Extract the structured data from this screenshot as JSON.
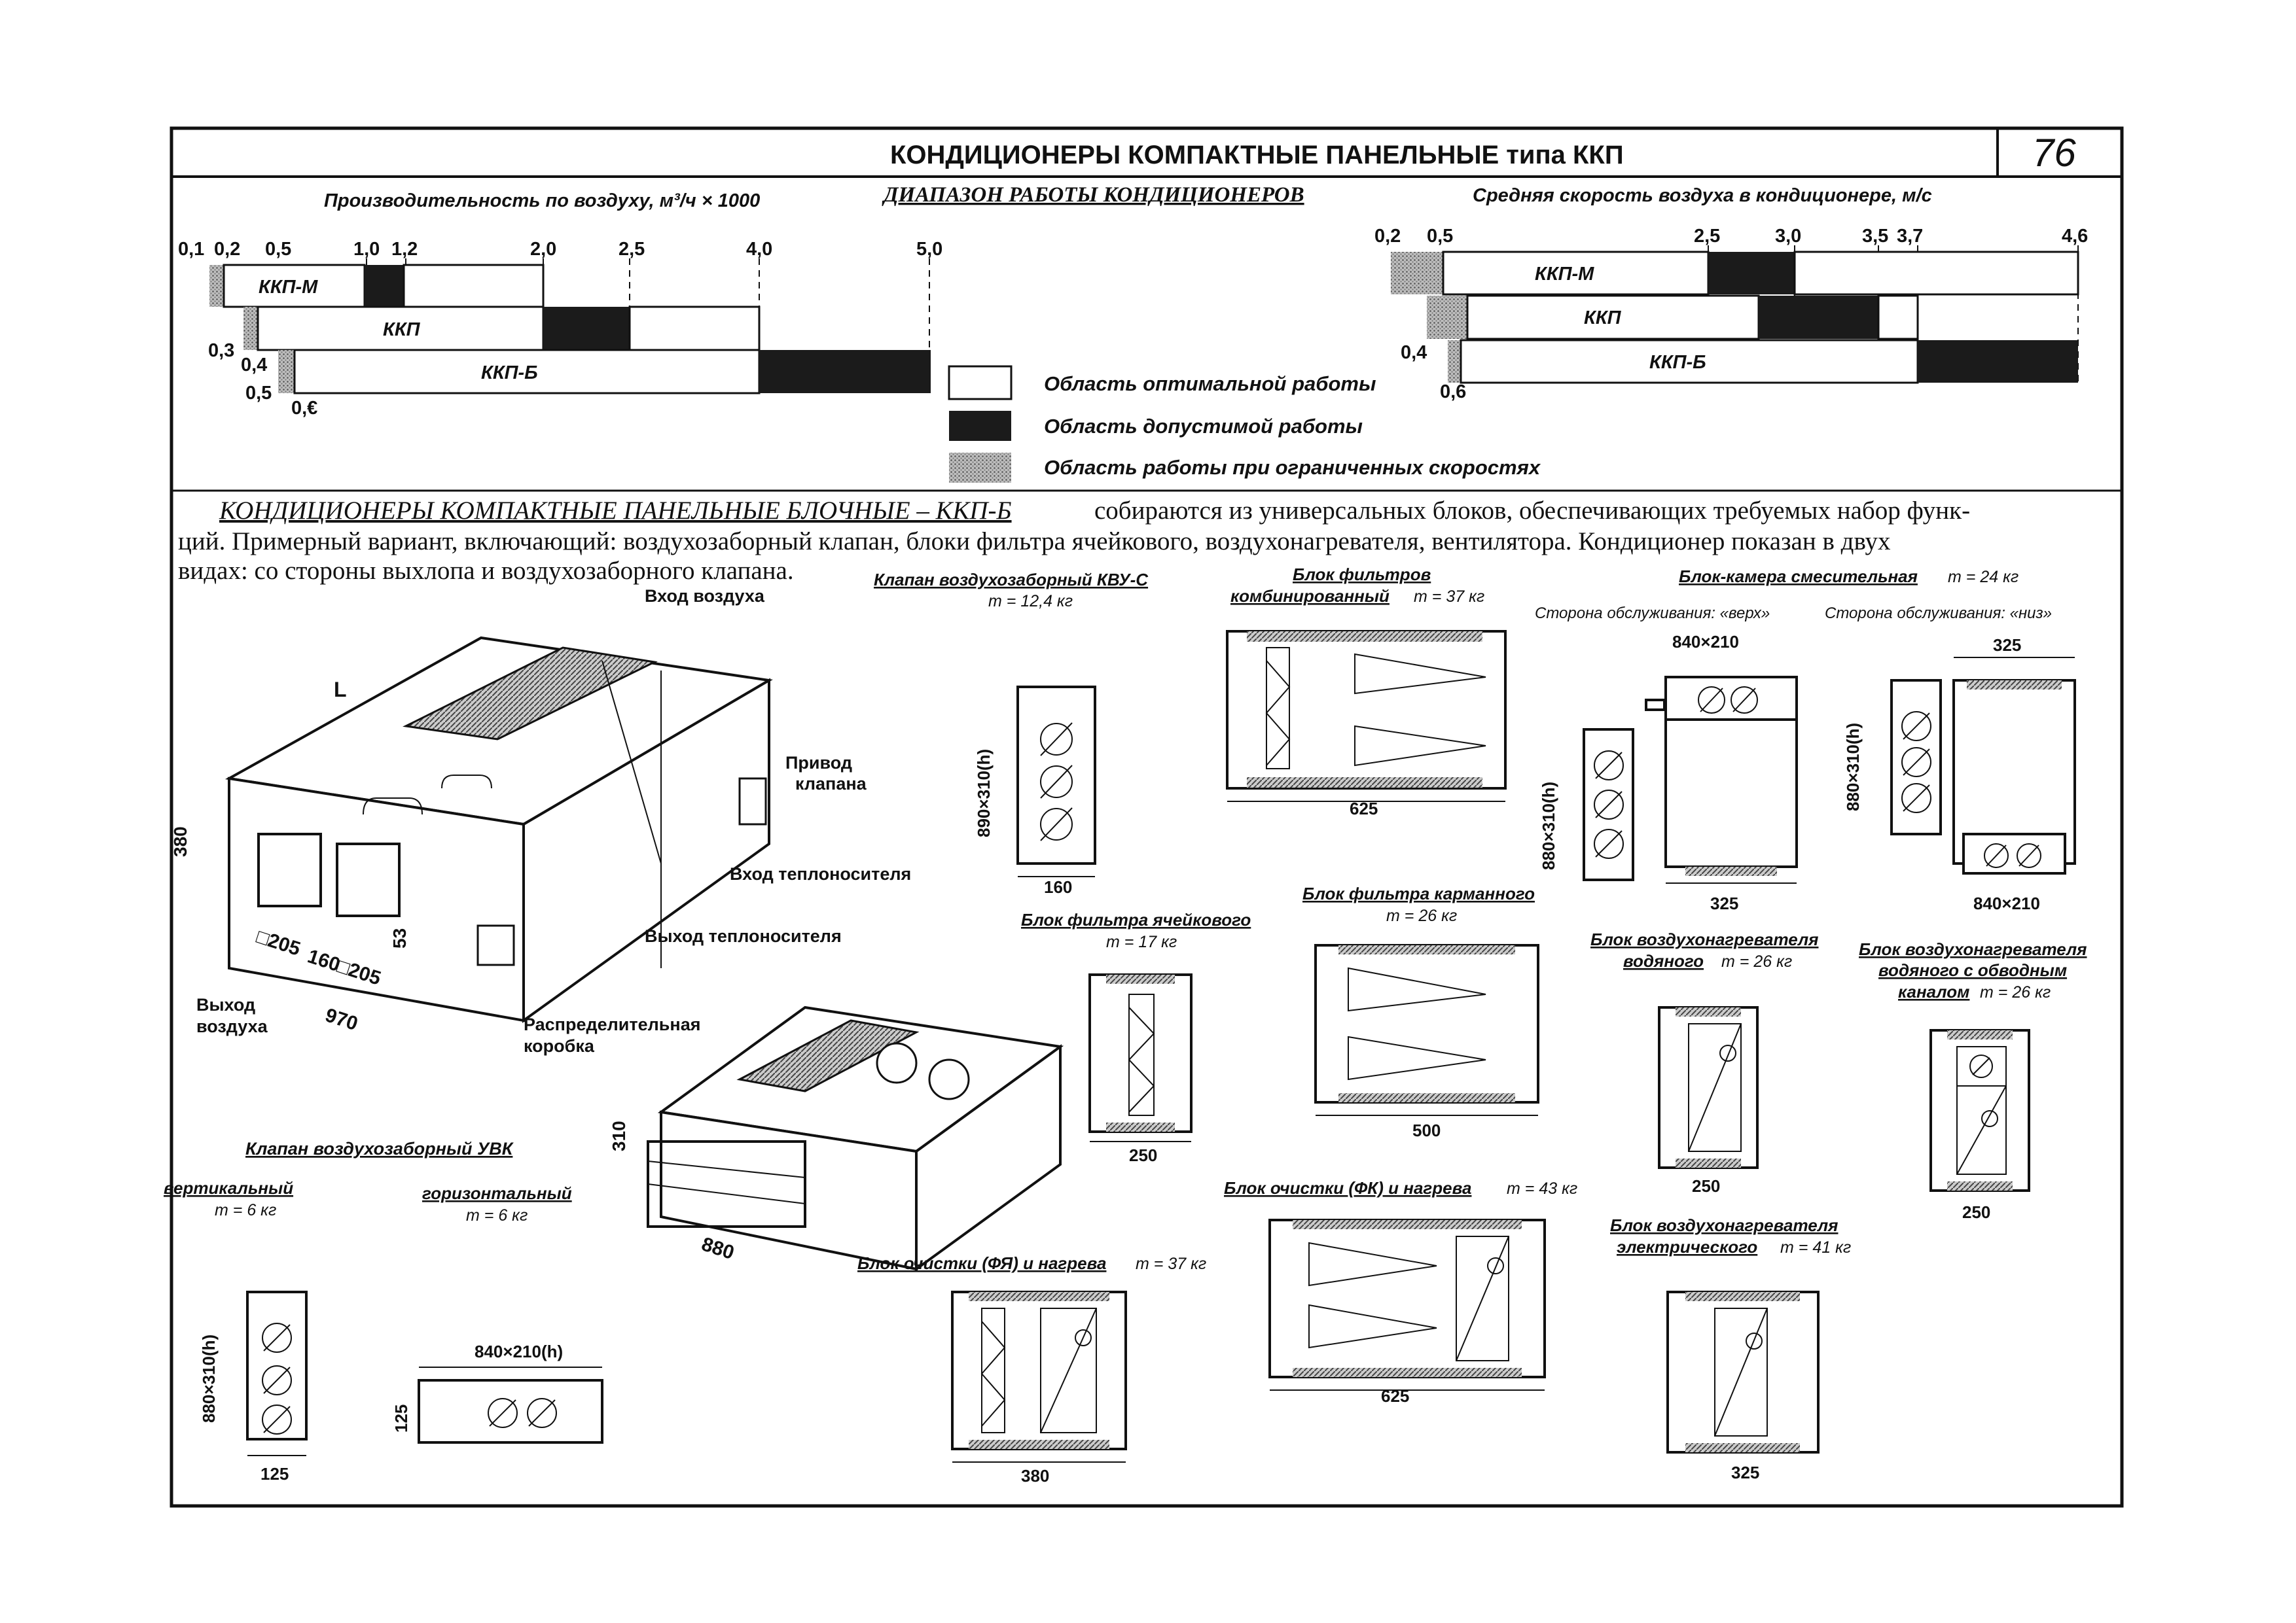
{
  "header": {
    "title": "КОНДИЦИОНЕРЫ КОМПАКТНЫЕ ПАНЕЛЬНЫЕ типа ККП",
    "page_number": "76"
  },
  "range_section": {
    "title": "ДИАПАЗОН РАБОТЫ КОНДИЦИОНЕРОВ",
    "left_axis_title": "Производительность по воздуху, м³/ч × 1000",
    "right_axis_title": "Средняя скорость воздуха в кондиционере, м/с",
    "left_ticks": [
      "0,1",
      "0,2",
      "0,5",
      "1,0",
      "1,2",
      "2,0",
      "2,5",
      "4,0",
      "5,0"
    ],
    "left_side_marks": [
      "0,3",
      "0,4",
      "0,5",
      "0,€"
    ],
    "right_ticks": [
      "0,2",
      "0,5",
      "2,5",
      "3,0",
      "3,5",
      "3,7",
      "4,6"
    ],
    "right_side_marks": [
      "0,4",
      "0,6"
    ],
    "models": [
      "ККП-М",
      "ККП",
      "ККП-Б"
    ],
    "legend": [
      {
        "label": "Область оптимальной работы",
        "kind": "white"
      },
      {
        "label": "Область допустимой работы",
        "kind": "dark"
      },
      {
        "label": "Область работы при ограниченных скоростях",
        "kind": "grey"
      }
    ]
  },
  "intro": {
    "heading": "КОНДИЦИОНЕРЫ КОМПАКТНЫЕ ПАНЕЛЬНЫЕ БЛОЧНЫЕ – ККП-Б",
    "line1_rest": "собираются из универсальных блоков, обеспечивающих требуемых набор функ-",
    "line2": "ций. Примерный вариант, включающий: воздухозаборный клапан, блоки фильтра ячейкового, воздухонагревателя, вентилятора. Кондиционер показан в двух",
    "line3": "видах: со стороны выхлопа и воздухозаборного клапана."
  },
  "iso_labels": {
    "air_in": "Вход воздуха",
    "actuator_1": "Привод",
    "actuator_2": "клапана",
    "coolant_in": "Вход теплоносителя",
    "coolant_out": "Выход теплоносителя",
    "air_out_1": "Выход",
    "air_out_2": "воздуха",
    "box_1": "Распределительная",
    "box_2": "коробка",
    "dim_L": "L",
    "dim_380": "380",
    "dim_53": "53",
    "dim_205a": "□205",
    "dim_160": "160",
    "dim_205b": "□205",
    "dim_970": "970",
    "dim_310": "310",
    "dim_880": "880"
  },
  "blocks": {
    "kvu_title": "Клапан воздухозаборный КВУ-С",
    "kvu_mass": "m = 12,4 кг",
    "kvu_h": "890×310(h)",
    "kvu_w": "160",
    "filt_comb_1": "Блок фильтров",
    "filt_comb_2": "комбинированный",
    "filt_comb_mass": "m = 37 кг",
    "filt_comb_w": "625",
    "mix_title": "Блок-камера смесительная",
    "mix_mass": "m = 24 кг",
    "mix_side_top": "Сторона обслуживания: «верх»",
    "mix_side_bottom": "Сторона обслуживания: «низ»",
    "mix_top_dim": "840×210",
    "mix_left_h": "880×310(h)",
    "mix_bottom_w": "325",
    "mix2_top_w": "325",
    "mix2_left_h": "880×310(h)",
    "mix2_bottom_dim": "840×210",
    "cell_title": "Блок фильтра ячейкового",
    "cell_mass": "m = 17 кг",
    "cell_w": "250",
    "pocket_title": "Блок фильтра карманного",
    "pocket_mass": "m = 26 кг",
    "pocket_w": "500",
    "water_1": "Блок воздухонагревателя",
    "water_2": "водяного",
    "water_mass": "m = 26 кг",
    "water_w": "250",
    "bypass_1": "Блок воздухонагревателя",
    "bypass_2": "водяного с обводным",
    "bypass_3": "каналом",
    "bypass_mass": "m = 26 кг",
    "bypass_w": "250",
    "fk_title": "Блок очистки (ФК) и нагрева",
    "fk_mass": "m = 43 кг",
    "fk_w": "625",
    "elec_1": "Блок воздухонагревателя",
    "elec_2": "электрического",
    "elec_mass": "m = 41 кг",
    "elec_w": "325",
    "fya_title": "Блок очистки (ФЯ) и нагрева",
    "fya_mass": "m = 37 кг",
    "fya_w": "380",
    "uvk_title": "Клапан воздухозаборный УВК",
    "uvk_vert": "вертикальный",
    "uvk_vert_mass": "m = 6 кг",
    "uvk_horz": "горизонтальный",
    "uvk_horz_mass": "m = 6 кг",
    "uvk_v_h": "880×310(h)",
    "uvk_v_w": "125",
    "uvk_h_top": "840×210(h)",
    "uvk_h_h": "125"
  }
}
